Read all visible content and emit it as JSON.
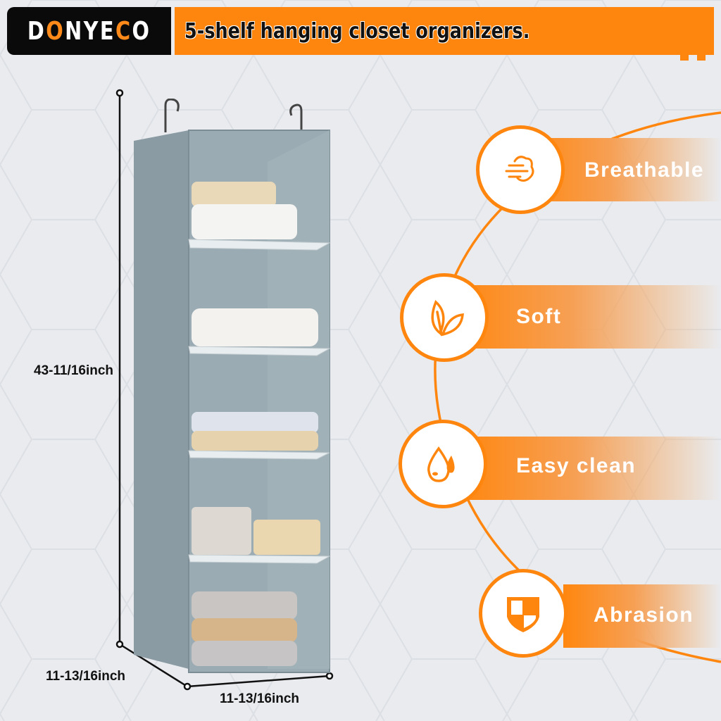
{
  "header": {
    "brand": {
      "part1": "D",
      "accent1": "O",
      "part2": "NYE",
      "accent2": "C",
      "part3": "O"
    },
    "title": "5-shelf hanging closet organizers."
  },
  "dimensions": {
    "height": "43-11/16inch",
    "depth": "11-13/16inch",
    "width": "11-13/16inch"
  },
  "product": {
    "shelves": 5,
    "color": "#8a9ba3"
  },
  "features": [
    {
      "label": "Breathable",
      "icon": "wind-cloud-icon"
    },
    {
      "label": "Soft",
      "icon": "leaf-icon"
    },
    {
      "label": "Easy clean",
      "icon": "water-drop-icon"
    },
    {
      "label": "Abrasion",
      "icon": "shield-icon"
    }
  ],
  "colors": {
    "accent": "#ff860e",
    "dark": "#0a0a0a",
    "background": "#e9ebef"
  }
}
